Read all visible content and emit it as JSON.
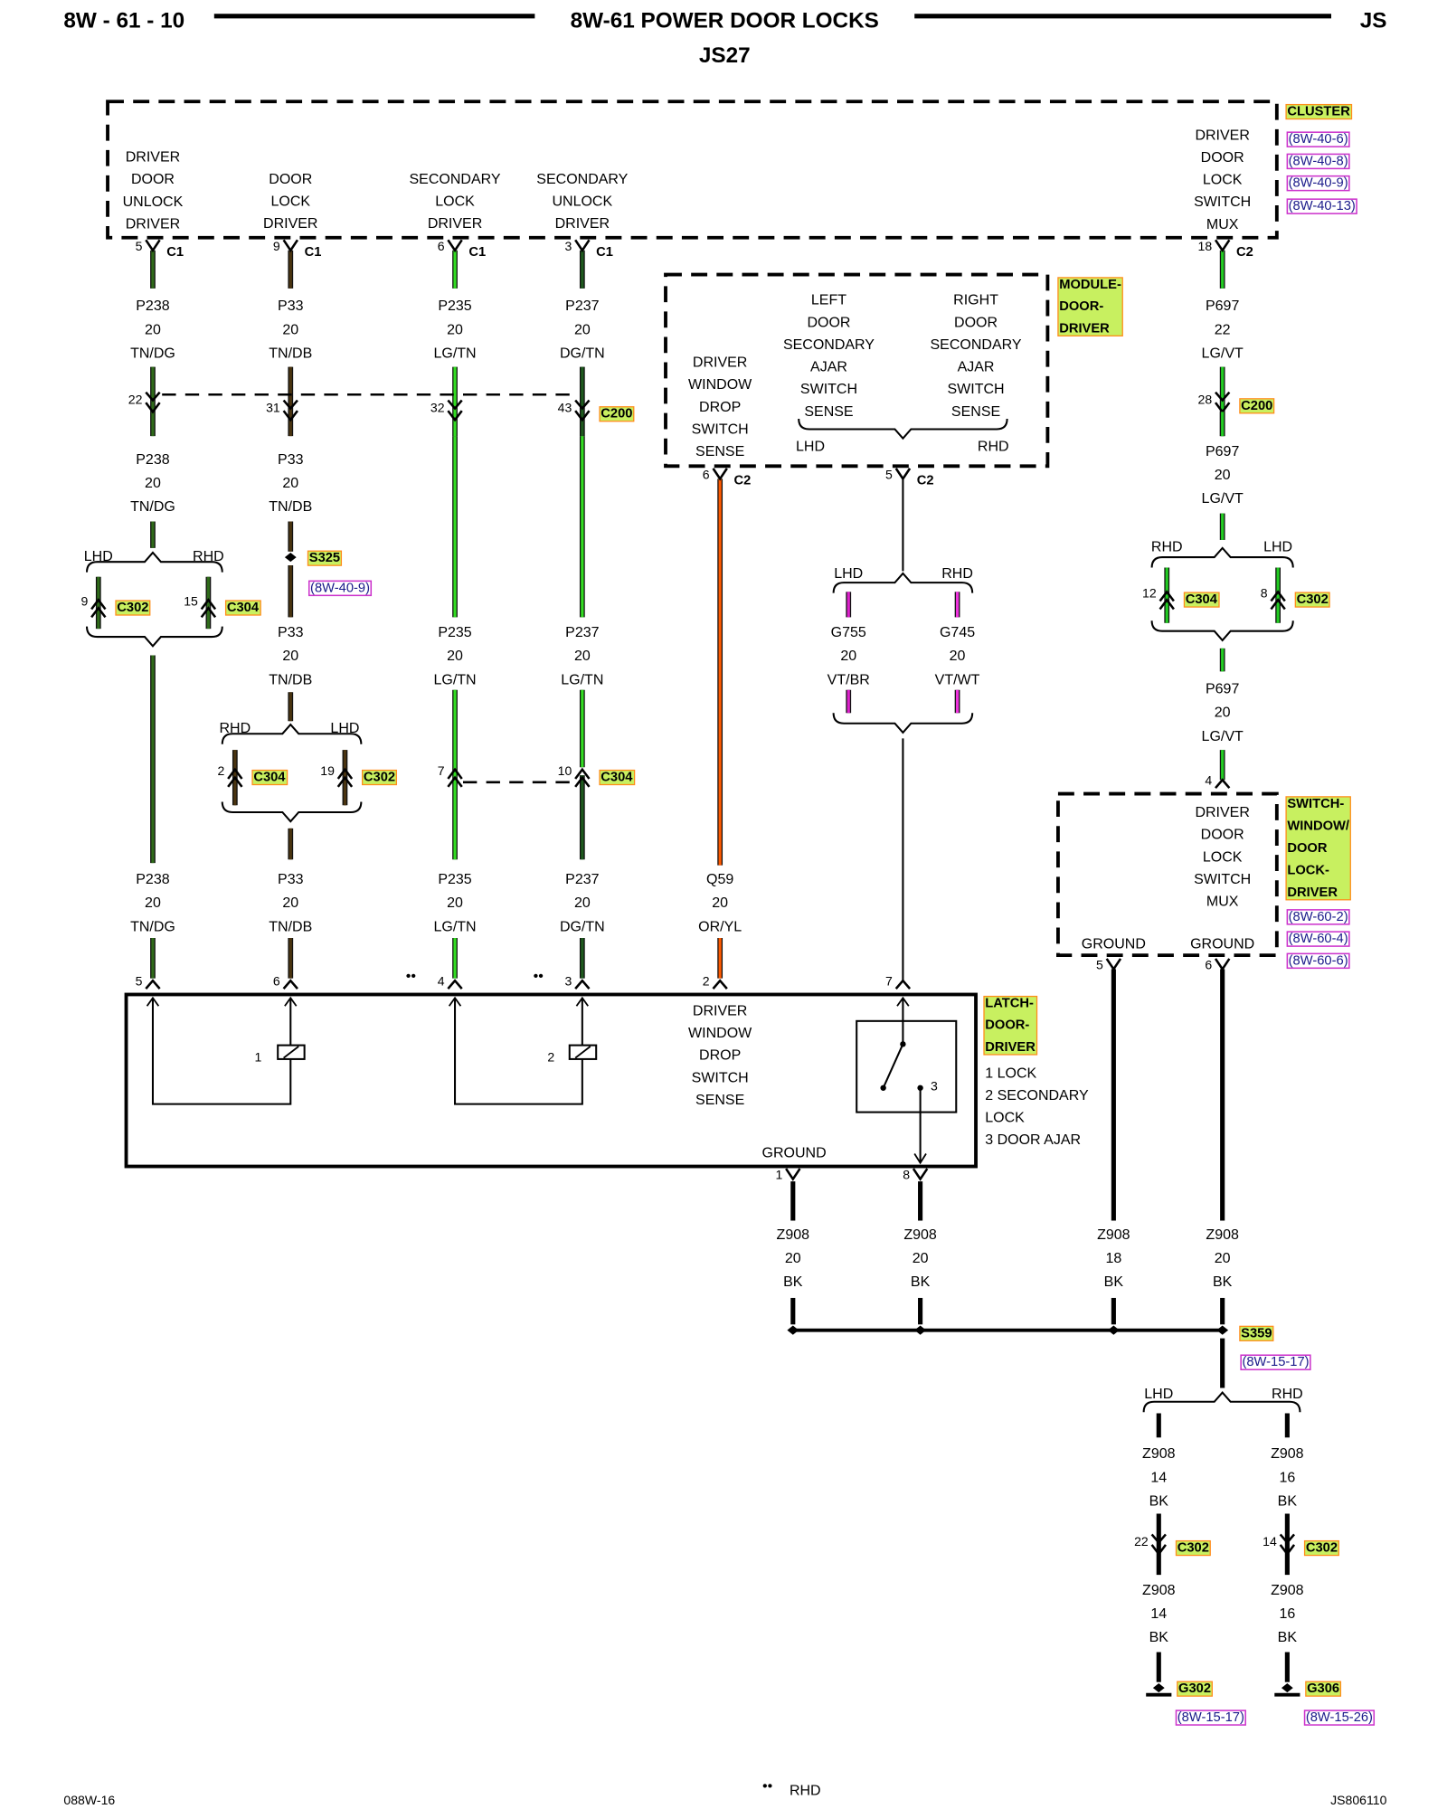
{
  "header": {
    "page_code": "8W - 61 - 10",
    "title": "8W-61 POWER DOOR LOCKS",
    "vehicle": "JS",
    "subtitle": "JS27"
  },
  "footer": {
    "left": "088W-16",
    "rhd_marker": "••",
    "rhd_note": "RHD",
    "right": "JS806110"
  },
  "options": {
    "lhd": "LHD",
    "rhd": "RHD"
  },
  "components": {
    "cluster": {
      "name": "CLUSTER",
      "refs": [
        "(8W-40-6)",
        "(8W-40-8)",
        "(8W-40-9)",
        "(8W-40-13)"
      ],
      "functions": [
        [
          "DRIVER",
          "DOOR",
          "UNLOCK",
          "DRIVER"
        ],
        [
          "DOOR",
          "LOCK",
          "DRIVER"
        ],
        [
          "SECONDARY",
          "LOCK",
          "DRIVER"
        ],
        [
          "SECONDARY",
          "UNLOCK",
          "DRIVER"
        ],
        [
          "DRIVER",
          "DOOR",
          "LOCK",
          "SWITCH",
          "MUX"
        ]
      ]
    },
    "module_door_driver": {
      "name_lines": [
        "MODULE-",
        "DOOR-",
        "DRIVER"
      ],
      "functions": [
        [
          "DRIVER",
          "WINDOW",
          "DROP",
          "SWITCH",
          "SENSE"
        ],
        [
          "LEFT",
          "DOOR",
          "SECONDARY",
          "AJAR",
          "SWITCH",
          "SENSE"
        ],
        [
          "RIGHT",
          "DOOR",
          "SECONDARY",
          "AJAR",
          "SWITCH",
          "SENSE"
        ]
      ]
    },
    "switch_window_door_lock": {
      "name_lines": [
        "SWITCH-",
        "WINDOW/",
        "DOOR",
        "LOCK-",
        "DRIVER"
      ],
      "refs": [
        "(8W-60-2)",
        "(8W-60-4)",
        "(8W-60-6)"
      ],
      "functions": [
        "DRIVER",
        "DOOR",
        "LOCK",
        "SWITCH",
        "MUX"
      ],
      "grounds": [
        "GROUND",
        "GROUND"
      ]
    },
    "latch_door_driver": {
      "name_lines": [
        "LATCH-",
        "DOOR-",
        "DRIVER"
      ],
      "legend": [
        "1 LOCK",
        "2 SECONDARY",
        "LOCK",
        "3 DOOR AJAR"
      ],
      "functions": [
        "DRIVER",
        "WINDOW",
        "DROP",
        "SWITCH",
        "SENSE"
      ],
      "ground": "GROUND",
      "element_numbers": [
        "1",
        "2",
        "3"
      ]
    }
  },
  "connectors": [
    {
      "pin": "5",
      "name": "C1"
    },
    {
      "pin": "9",
      "name": "C1"
    },
    {
      "pin": "6",
      "name": "C1"
    },
    {
      "pin": "3",
      "name": "C1"
    },
    {
      "pin": "18",
      "name": "C2"
    },
    {
      "pin": "22",
      "name": ""
    },
    {
      "pin": "31",
      "name": ""
    },
    {
      "pin": "32",
      "name": ""
    },
    {
      "pin": "43",
      "name": "C200"
    },
    {
      "pin": "28",
      "name": "C200"
    },
    {
      "pin": "9",
      "name": "C302"
    },
    {
      "pin": "15",
      "name": "C304"
    },
    {
      "pin": "2",
      "name": "C304"
    },
    {
      "pin": "19",
      "name": "C302"
    },
    {
      "pin": "7",
      "name": ""
    },
    {
      "pin": "10",
      "name": "C304"
    },
    {
      "pin": "6",
      "name": "C2"
    },
    {
      "pin": "5",
      "name": "C2"
    },
    {
      "pin": "12",
      "name": "C304"
    },
    {
      "pin": "8",
      "name": "C302"
    },
    {
      "pin": "4",
      "name": ""
    },
    {
      "pin": "5",
      "name": ""
    },
    {
      "pin": "6",
      "name": ""
    },
    {
      "pin": "4",
      "name": ""
    },
    {
      "pin": "3",
      "name": ""
    },
    {
      "pin": "2",
      "name": ""
    },
    {
      "pin": "7",
      "name": ""
    },
    {
      "pin": "5",
      "name": ""
    },
    {
      "pin": "6",
      "name": ""
    },
    {
      "pin": "1",
      "name": ""
    },
    {
      "pin": "8",
      "name": ""
    },
    {
      "pin": "22",
      "name": "C302"
    },
    {
      "pin": "14",
      "name": "C302"
    }
  ],
  "splices": [
    {
      "name": "S325",
      "ref": "(8W-40-9)"
    },
    {
      "name": "S359",
      "ref": "(8W-15-17)"
    }
  ],
  "grounds": [
    {
      "name": "G302",
      "ref": "(8W-15-17)"
    },
    {
      "name": "G306",
      "ref": "(8W-15-26)"
    }
  ],
  "wires": [
    {
      "circuit": "P238",
      "gauge": "20",
      "color": "TN/DG"
    },
    {
      "circuit": "P33",
      "gauge": "20",
      "color": "TN/DB"
    },
    {
      "circuit": "P235",
      "gauge": "20",
      "color": "LG/TN"
    },
    {
      "circuit": "P237",
      "gauge": "20",
      "color": "DG/TN"
    },
    {
      "circuit": "P697",
      "gauge": "22",
      "color": "LG/VT"
    },
    {
      "circuit": "P238",
      "gauge": "20",
      "color": "TN/DG"
    },
    {
      "circuit": "P33",
      "gauge": "20",
      "color": "TN/DB"
    },
    {
      "circuit": "P697",
      "gauge": "20",
      "color": "LG/VT"
    },
    {
      "circuit": "P33",
      "gauge": "20",
      "color": "TN/DB"
    },
    {
      "circuit": "P235",
      "gauge": "20",
      "color": "LG/TN"
    },
    {
      "circuit": "P237",
      "gauge": "20",
      "color": "LG/TN"
    },
    {
      "circuit": "G755",
      "gauge": "20",
      "color": "VT/BR"
    },
    {
      "circuit": "G745",
      "gauge": "20",
      "color": "VT/WT"
    },
    {
      "circuit": "P697",
      "gauge": "20",
      "color": "LG/VT"
    },
    {
      "circuit": "P238",
      "gauge": "20",
      "color": "TN/DG"
    },
    {
      "circuit": "P33",
      "gauge": "20",
      "color": "TN/DB"
    },
    {
      "circuit": "P235",
      "gauge": "20",
      "color": "LG/TN"
    },
    {
      "circuit": "P237",
      "gauge": "20",
      "color": "DG/TN"
    },
    {
      "circuit": "Q59",
      "gauge": "20",
      "color": "OR/YL"
    },
    {
      "circuit": "Z908",
      "gauge": "20",
      "color": "BK"
    },
    {
      "circuit": "Z908",
      "gauge": "20",
      "color": "BK"
    },
    {
      "circuit": "Z908",
      "gauge": "18",
      "color": "BK"
    },
    {
      "circuit": "Z908",
      "gauge": "20",
      "color": "BK"
    },
    {
      "circuit": "Z908",
      "gauge": "14",
      "color": "BK"
    },
    {
      "circuit": "Z908",
      "gauge": "16",
      "color": "BK"
    },
    {
      "circuit": "Z908",
      "gauge": "14",
      "color": "BK"
    },
    {
      "circuit": "Z908",
      "gauge": "16",
      "color": "BK"
    }
  ],
  "wire_colors": {
    "TN/DG": "#2f6b1a",
    "TN/DB": "#4a3410",
    "LG/TN": "#33dd22",
    "DG/TN": "#1e5a1e",
    "LG/VT": "#22cc22",
    "OR/YL": "#ff5a00",
    "VT/BR": "#dd22cc",
    "VT/WT": "#ee33dd",
    "BK": "#000000"
  },
  "tag_colors": {
    "fill": "#c8f060",
    "border": "#ff8c1a",
    "ref_border": "#cc33cc"
  }
}
